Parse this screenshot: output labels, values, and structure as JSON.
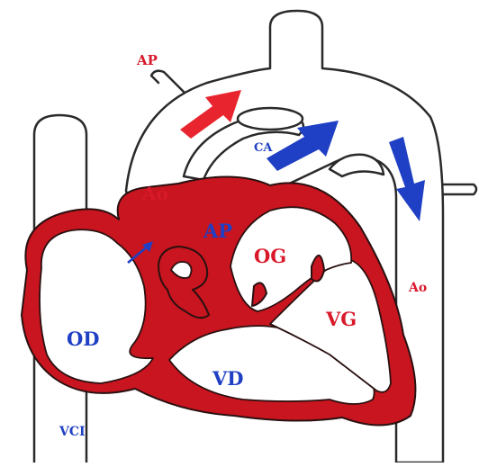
{
  "colors": {
    "wall_red": "#c8151f",
    "label_red": "#d8192a",
    "label_blue": "#1f3fc4",
    "arrow_red": "#e8252e",
    "arrow_blue": "#1f3fc4"
  },
  "labels": {
    "ap_top": "AP",
    "ca": "CA",
    "ao_left": "Ao",
    "ap_center": "AP",
    "og": "OG",
    "ao_right": "Ao",
    "vg": "VG",
    "od": "OD",
    "vd": "VD",
    "vci": "VCI"
  },
  "arrows": {
    "red_icon": "arrow-up-right",
    "blue_ca_icon": "arrow-up-right",
    "blue_descending_icon": "arrow-down",
    "blue_small_icon": "arrow-up-right"
  }
}
